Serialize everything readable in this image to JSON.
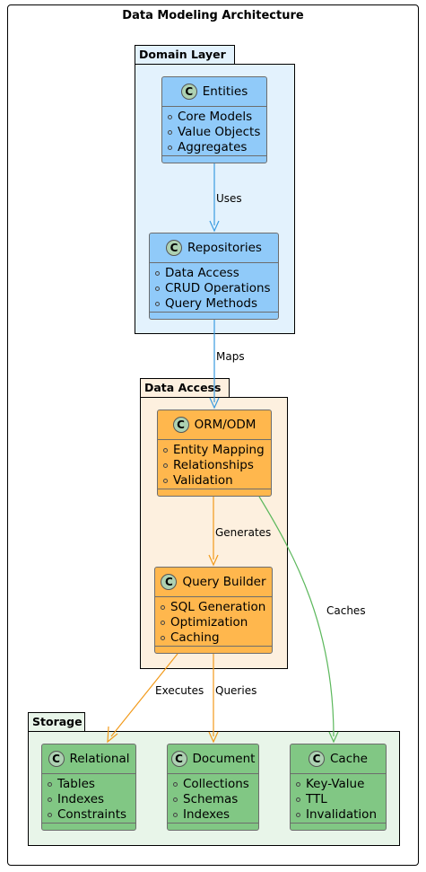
{
  "diagram_title": "Data Modeling Architecture",
  "colors": {
    "domain_bg": "#e3f2fd",
    "domain_class": "#90caf9",
    "access_bg": "#fdf0df",
    "access_class": "#ffb74d",
    "storage_bg": "#e8f5e9",
    "storage_class": "#81c784",
    "edge_blue": "#3a9be0",
    "edge_orange": "#f29a1a",
    "edge_green": "#5cb85c"
  },
  "packages": {
    "domain": {
      "name": "Domain Layer"
    },
    "access": {
      "name": "Data Access"
    },
    "storage": {
      "name": "Storage"
    }
  },
  "classes": {
    "entities": {
      "stereotype": "C",
      "name": "Entities",
      "members": [
        "Core Models",
        "Value Objects",
        "Aggregates"
      ]
    },
    "repositories": {
      "stereotype": "C",
      "name": "Repositories",
      "members": [
        "Data Access",
        "CRUD Operations",
        "Query Methods"
      ]
    },
    "orm": {
      "stereotype": "C",
      "name": "ORM/ODM",
      "members": [
        "Entity Mapping",
        "Relationships",
        "Validation"
      ]
    },
    "query_builder": {
      "stereotype": "C",
      "name": "Query Builder",
      "members": [
        "SQL Generation",
        "Optimization",
        "Caching"
      ]
    },
    "relational": {
      "stereotype": "C",
      "name": "Relational",
      "members": [
        "Tables",
        "Indexes",
        "Constraints"
      ]
    },
    "document": {
      "stereotype": "C",
      "name": "Document",
      "members": [
        "Collections",
        "Schemas",
        "Indexes"
      ]
    },
    "cache": {
      "stereotype": "C",
      "name": "Cache",
      "members": [
        "Key-Value",
        "TTL",
        "Invalidation"
      ]
    }
  },
  "edges": {
    "uses": "Uses",
    "maps": "Maps",
    "generates": "Generates",
    "caches": "Caches",
    "executes": "Executes",
    "queries": "Queries"
  }
}
